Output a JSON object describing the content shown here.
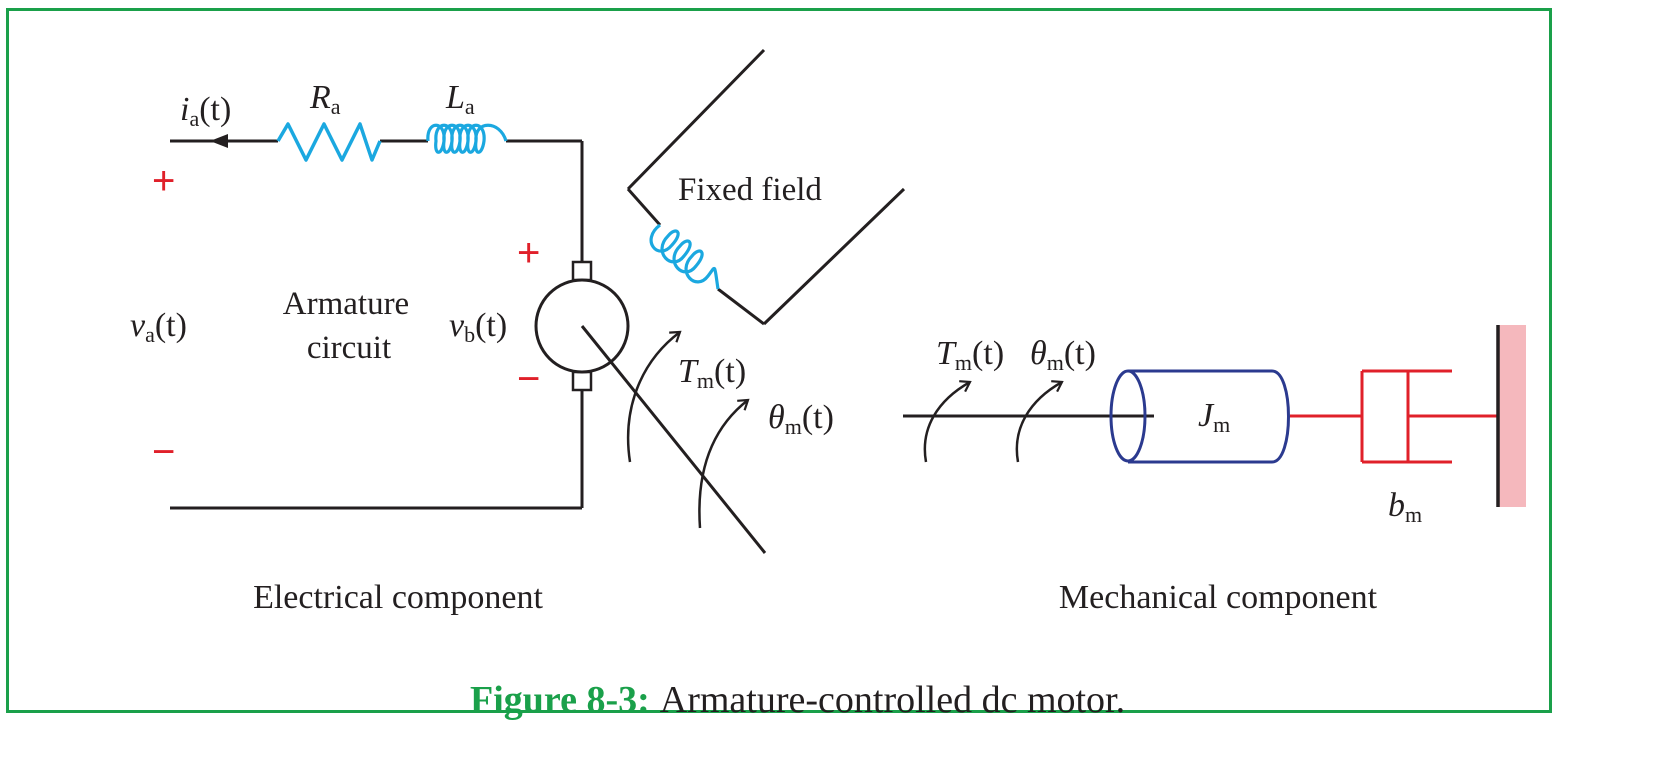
{
  "labels": {
    "ia_main": "i",
    "ia_sub": "a",
    "ia_arg": "(t)",
    "ra_main": "R",
    "ra_sub": "a",
    "la_main": "L",
    "la_sub": "a",
    "va_main": "v",
    "va_sub": "a",
    "va_arg": "(t)",
    "vb_main": "v",
    "vb_sub": "b",
    "vb_arg": "(t)",
    "armature_line1": "Armature",
    "armature_line2": "circuit",
    "fixed_field": "Fixed field",
    "tm_main": "T",
    "tm_sub": "m",
    "tm_arg": "(t)",
    "theta_main": "θ",
    "theta_sub": "m",
    "theta_arg": "(t)",
    "jm_main": "J",
    "jm_sub": "m",
    "bm_main": "b",
    "bm_sub": "m",
    "plus": "+",
    "minus": "−",
    "electrical": "Electrical component",
    "mechanical": "Mechanical component"
  },
  "caption": {
    "figure": "Figure 8-3:",
    "text": "Armature-controlled dc motor."
  },
  "colors": {
    "frame": "#1aa04a",
    "wire": "#231f20",
    "coil": "#1ba8e0",
    "sign": "#e0202a",
    "rotor": "#2b3a8f",
    "damper": "#e0202a",
    "wall": "#f5b8bd",
    "caption_green": "#1aa04a"
  }
}
